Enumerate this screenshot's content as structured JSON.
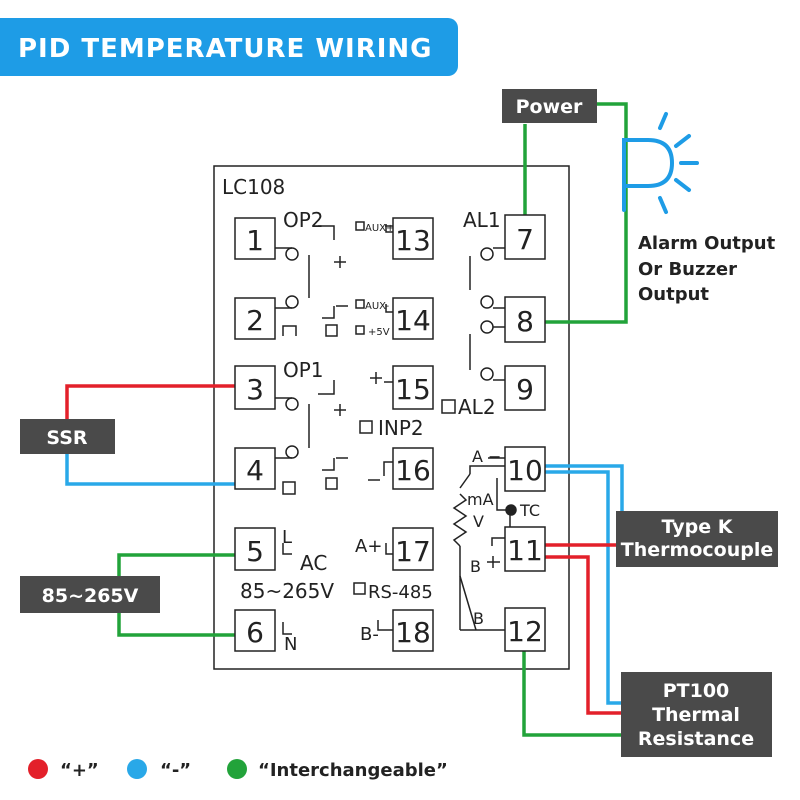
{
  "title": "PID TEMPERATURE WIRING",
  "model": "LC108",
  "colors": {
    "title_bg": "#1e9ce6",
    "red": "#e3202a",
    "blue": "#29a8e8",
    "green": "#22a33a",
    "label_bg": "#4a4a4a",
    "line": "#222222"
  },
  "labels": {
    "power": "Power",
    "ssr": "SSR",
    "supply": "85~265V",
    "type_k": "Type K",
    "thermocouple": "Thermocouple",
    "pt100": "PT100",
    "thermal": "Thermal",
    "resistance": "Resistance",
    "alarm_line1": "Alarm Output",
    "alarm_line2": "Or Buzzer",
    "alarm_line3": "Output"
  },
  "terminals": [
    "1",
    "2",
    "3",
    "4",
    "5",
    "6",
    "7",
    "8",
    "9",
    "10",
    "11",
    "12",
    "13",
    "14",
    "15",
    "16",
    "17",
    "18"
  ],
  "annotations": {
    "op2": "OP2",
    "op1": "OP1",
    "al1": "AL1",
    "al2": "AL2",
    "aux_plus": "AUX+",
    "aux_minus": "AUX-",
    "plus5v": "+5V",
    "inp2": "INP2",
    "ac": "AC",
    "l": "L",
    "n": "N",
    "range": "85~265V",
    "rs485": "RS-485",
    "a_plus": "A+",
    "b_minus": "B-",
    "plus": "+",
    "minus": "−",
    "a": "A",
    "b": "B",
    "ma": "mA",
    "v": "V",
    "tc": "TC"
  },
  "legend": {
    "plus": "“+”",
    "minus": "“-”",
    "interchangeable": "“Interchangeable”"
  }
}
